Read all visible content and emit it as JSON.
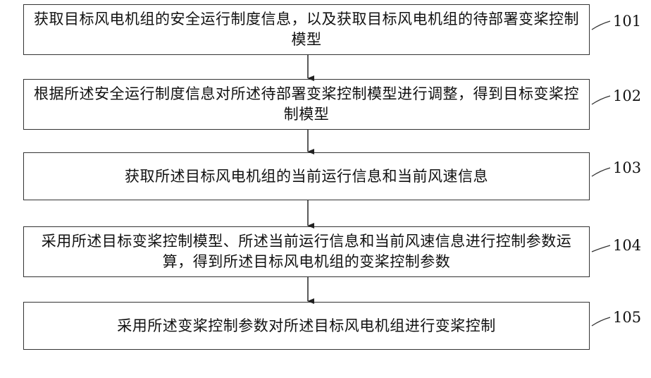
{
  "steps": [
    {
      "number": "101",
      "text": "获取目标风电机组的安全运行制度信息，以及获取目标风电机组的待部署变桨控制模型"
    },
    {
      "number": "102",
      "text": "根据所述安全运行制度信息对所述待部署变桨控制模型进行调整，得到目标变桨控制模型"
    },
    {
      "number": "103",
      "text": "获取所述目标风电机组的当前运行信息和当前风速信息"
    },
    {
      "number": "104",
      "text": "采用所述目标变桨控制模型、所述当前运行信息和当前风速信息进行控制参数运算，得到所述目标风电机组的变桨控制参数"
    },
    {
      "number": "105",
      "text": "采用所述变桨控制参数对所述目标风电机组进行变桨控制"
    }
  ]
}
